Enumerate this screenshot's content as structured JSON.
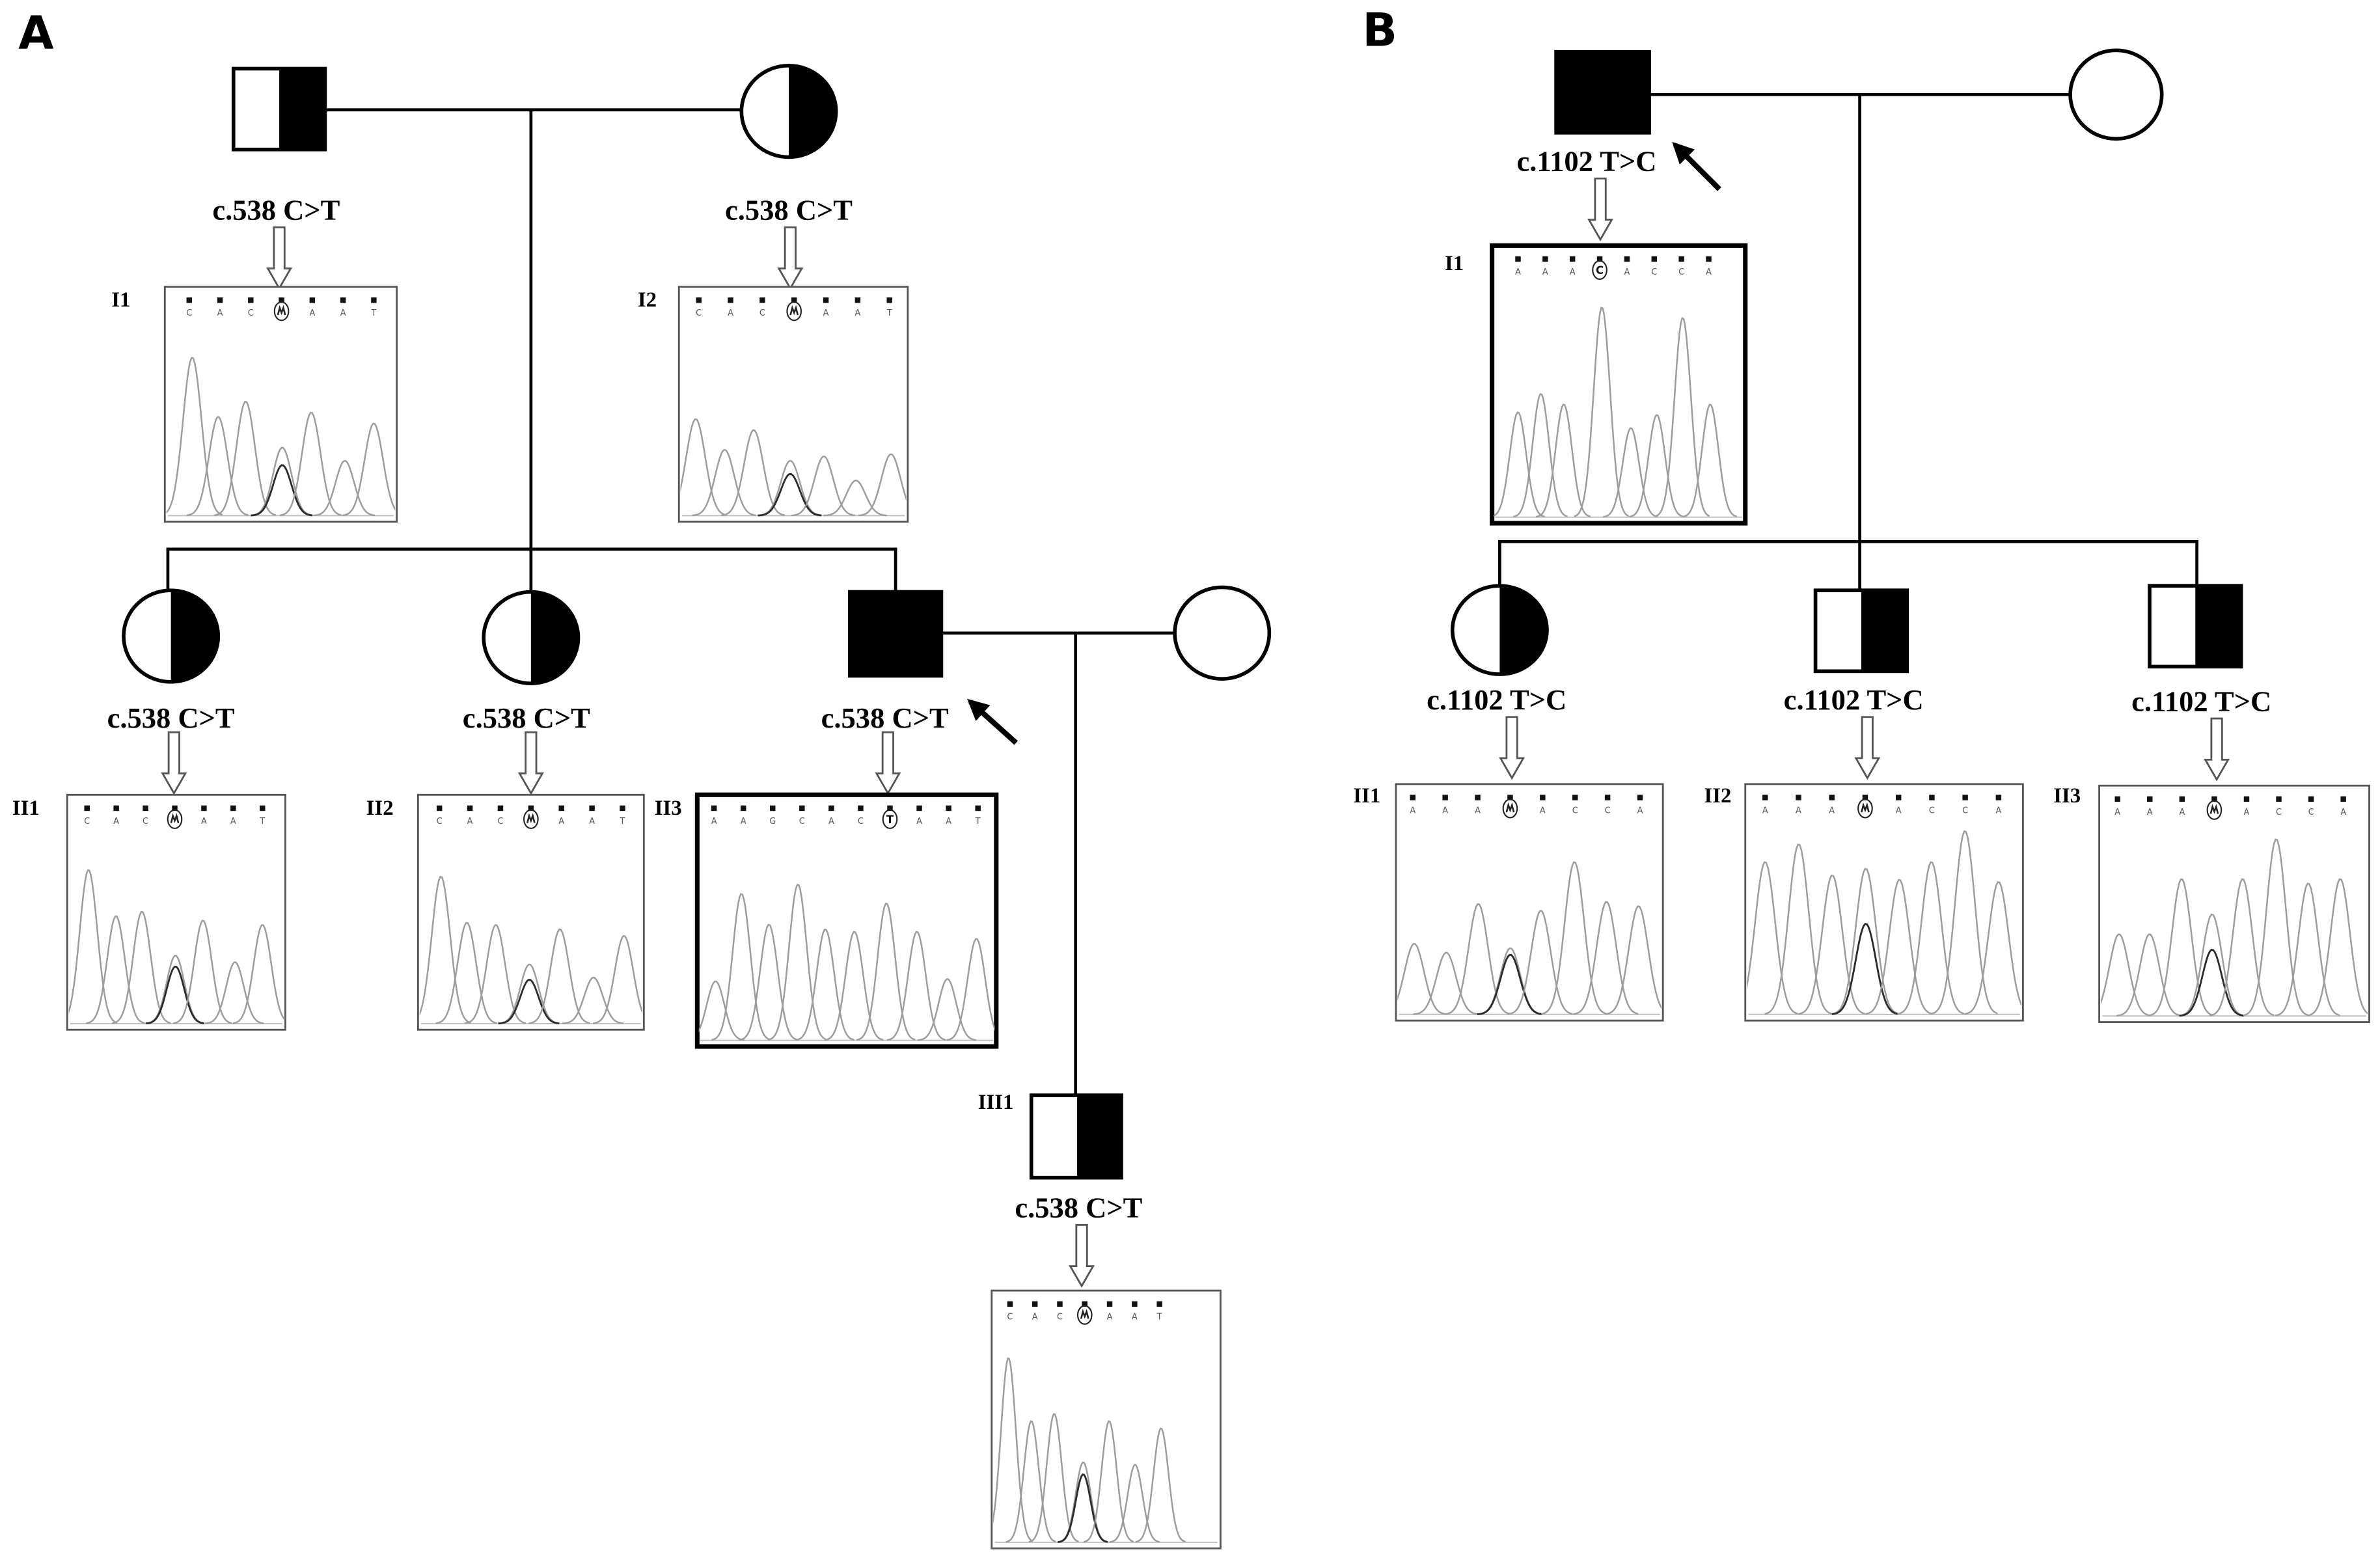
{
  "panel_a": {
    "label": "A",
    "members": {
      "I1": {
        "id": "I1",
        "symbol": "male-half-filled-square-icon",
        "variant": "c.538 C>T",
        "bases_before": [
          "C",
          "A",
          "C"
        ],
        "call_icon": "heterozygous-peak-icon",
        "bases_after": [
          "A",
          "A",
          "T"
        ]
      },
      "I2": {
        "id": "I2",
        "symbol": "female-half-filled-circle-icon",
        "variant": "c.538 C>T",
        "bases_before": [
          "C",
          "A",
          "C"
        ],
        "call_icon": "heterozygous-peak-icon",
        "bases_after": [
          "A",
          "A",
          "T"
        ]
      },
      "II1": {
        "id": "II1",
        "symbol": "female-half-filled-circle-icon",
        "variant": "c.538 C>T",
        "bases_before": [
          "C",
          "A",
          "C"
        ],
        "call_icon": "heterozygous-peak-icon",
        "bases_after": [
          "A",
          "A",
          "T"
        ]
      },
      "II2": {
        "id": "II2",
        "symbol": "female-half-filled-circle-icon",
        "variant": "c.538 C>T",
        "bases_before": [
          "C",
          "A",
          "C"
        ],
        "call_icon": "heterozygous-peak-icon",
        "bases_after": [
          "A",
          "A",
          "T"
        ]
      },
      "II3": {
        "id": "II3",
        "symbol": "male-filled-square-icon",
        "proband_marker": "proband-arrow-icon",
        "variant": "c.538 C>T",
        "bases_before": [
          "A",
          "A",
          "G",
          "C",
          "A",
          "C"
        ],
        "call": "T",
        "bases_after": [
          "A",
          "A",
          "T"
        ]
      },
      "II3_spouse": {
        "symbol": "female-open-circle-icon"
      },
      "III1": {
        "id": "III1",
        "symbol": "male-half-filled-square-icon",
        "variant": "c.538 C>T",
        "bases_before": [
          "C",
          "A",
          "C"
        ],
        "call_icon": "heterozygous-peak-icon",
        "bases_after": [
          "A",
          "A",
          "T"
        ]
      }
    }
  },
  "panel_b": {
    "label": "B",
    "members": {
      "I1": {
        "id": "I1",
        "symbol": "male-filled-square-icon",
        "proband_marker": "proband-arrow-icon",
        "variant": "c.1102 T>C",
        "bases_before": [
          "A",
          "A",
          "A"
        ],
        "call": "C",
        "bases_after": [
          "A",
          "C",
          "C",
          "A"
        ]
      },
      "I2": {
        "symbol": "female-open-circle-icon"
      },
      "II1": {
        "id": "II1",
        "symbol": "female-half-filled-circle-icon",
        "variant": "c.1102 T>C",
        "bases_before": [
          "A",
          "A",
          "A"
        ],
        "call_icon": "heterozygous-peak-icon",
        "bases_after": [
          "A",
          "C",
          "C",
          "A"
        ]
      },
      "II2": {
        "id": "II2",
        "symbol": "male-half-filled-square-icon",
        "variant": "c.1102 T>C",
        "bases_before": [
          "A",
          "A",
          "A"
        ],
        "call_icon": "heterozygous-peak-icon",
        "bases_after": [
          "A",
          "C",
          "C",
          "A"
        ]
      },
      "II3": {
        "id": "II3",
        "symbol": "male-half-filled-square-icon",
        "variant": "c.1102 T>C",
        "bases_before": [
          "A",
          "A",
          "A"
        ],
        "call_icon": "heterozygous-peak-icon",
        "bases_after": [
          "A",
          "C",
          "C",
          "A"
        ]
      }
    }
  }
}
